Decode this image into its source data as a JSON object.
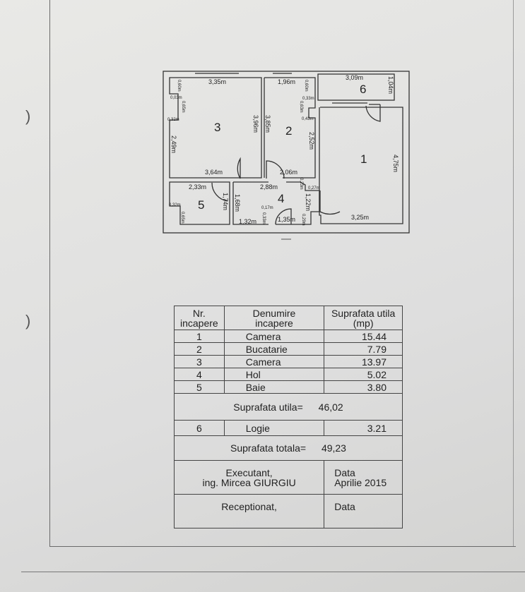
{
  "floor_plan": {
    "rooms": [
      "1",
      "2",
      "3",
      "4",
      "5",
      "6"
    ],
    "labels": [
      "3,35m",
      "1,96m",
      "3,09m",
      "1,04m",
      "0,60m",
      "0,03m",
      "0,65m",
      "0,32m",
      "2,49m",
      "3,96m",
      "3,85m",
      "0,60m",
      "0,33m",
      "0,63m",
      "0,43m",
      "2,52m",
      "4,75m",
      "3,64m",
      "2,06m",
      "2,88m",
      "2,33m",
      "1,74m",
      "1,68m",
      "0,32m",
      "0,65m",
      "0,17m",
      "0,33m",
      "1,32m",
      "1,35m",
      "1,22m",
      "0,23m",
      "0,27m",
      "0,29m",
      "3,25m"
    ]
  },
  "table": {
    "headers": {
      "nr": "Nr. incapere",
      "name": "Denumire incapere",
      "area": "Suprafata utila (mp)"
    },
    "rows": [
      {
        "nr": "1",
        "name": "Camera",
        "area": "15.44"
      },
      {
        "nr": "2",
        "name": "Bucatarie",
        "area": "7.79"
      },
      {
        "nr": "3",
        "name": "Camera",
        "area": "13.97"
      },
      {
        "nr": "4",
        "name": "Hol",
        "area": "5.02"
      },
      {
        "nr": "5",
        "name": "Baie",
        "area": "3.80"
      }
    ],
    "useful_label": "Suprafata utila=",
    "useful_value": "46,02",
    "loggia": {
      "nr": "6",
      "name": "Logie",
      "area": "3.21"
    },
    "total_label": "Suprafata totala=",
    "total_value": "49,23",
    "executant_label": "Executant,",
    "executant_name": "ing. Mircea  GIURGIU",
    "date_label": "Data",
    "date_value": "Aprilie 2015",
    "received_label": "Receptionat,",
    "received_date_label": "Data"
  }
}
